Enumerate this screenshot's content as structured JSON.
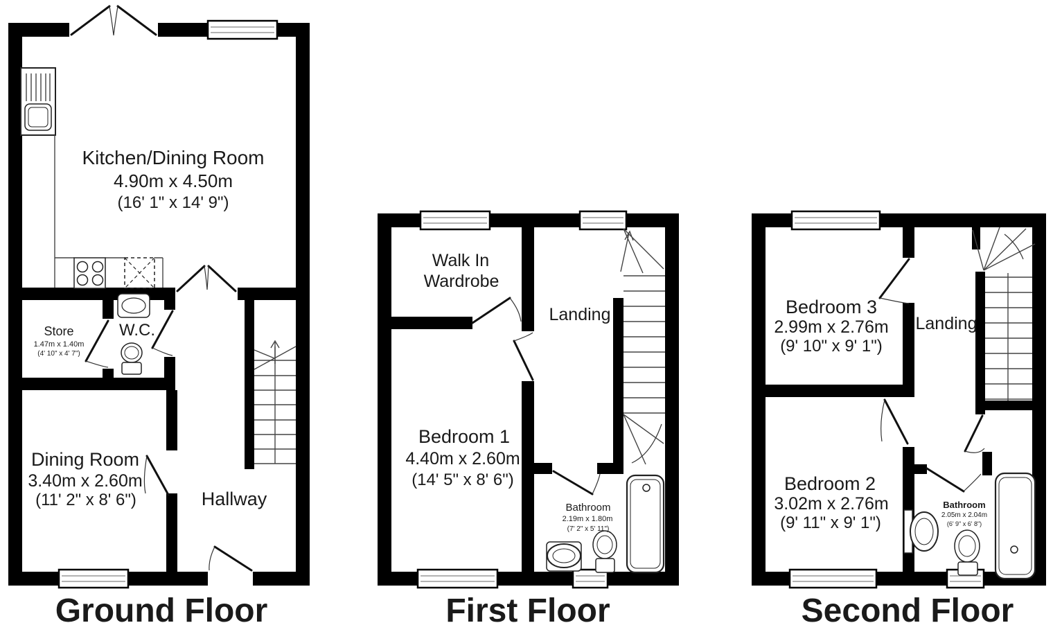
{
  "colors": {
    "wall": "#000000",
    "line": "#111111",
    "background": "#ffffff"
  },
  "floors": [
    {
      "title": "Ground Floor",
      "rooms": [
        {
          "name": "Kitchen/Dining Room",
          "metric": "4.90m x 4.50m",
          "imperial": "(16' 1\" x 14' 9\")"
        },
        {
          "name": "Store",
          "metric": "1.47m x 1.40m",
          "imperial": "(4' 10\" x 4' 7\")"
        },
        {
          "name": "W.C."
        },
        {
          "name": "Dining Room",
          "metric": "3.40m x 2.60m",
          "imperial": "(11' 2\" x 8' 6\")"
        },
        {
          "name": "Hallway"
        }
      ],
      "fixtures": [
        "sink-drainer-unit",
        "hob",
        "appliance-space",
        "wc-basin",
        "toilet",
        "staircase",
        "french-doors",
        "front-door",
        "windows"
      ]
    },
    {
      "title": "First Floor",
      "rooms": [
        {
          "name": "Walk In Wardrobe",
          "line1": "Walk In",
          "line2": "Wardrobe"
        },
        {
          "name": "Landing"
        },
        {
          "name": "Bedroom 1",
          "metric": "4.40m x 2.60m",
          "imperial": "(14' 5\" x 8' 6\")"
        },
        {
          "name": "Bathroom",
          "metric": "2.19m x 1.80m",
          "imperial": "(7' 2\" x 5' 11\")"
        }
      ],
      "fixtures": [
        "bath",
        "toilet",
        "basin",
        "staircase",
        "windows"
      ]
    },
    {
      "title": "Second Floor",
      "rooms": [
        {
          "name": "Bedroom 3",
          "metric": "2.99m x 2.76m",
          "imperial": "(9' 10\" x 9' 1\")"
        },
        {
          "name": "Landing"
        },
        {
          "name": "Bedroom 2",
          "metric": "3.02m x 2.76m",
          "imperial": "(9' 11\" x 9' 1\")"
        },
        {
          "name": "Bathroom",
          "metric": "2.05m x 2.04m",
          "imperial": "(6' 9\" x 6' 8\")"
        }
      ],
      "fixtures": [
        "bath",
        "toilet",
        "basin",
        "staircase",
        "windows"
      ]
    }
  ]
}
